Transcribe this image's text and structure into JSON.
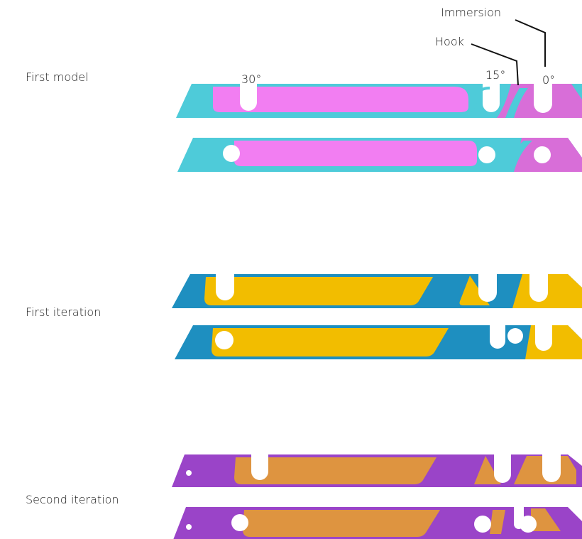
{
  "labels": {
    "first_model": "First model",
    "first_iteration": "First iteration",
    "second_iteration": "Second iteration"
  },
  "callouts": {
    "immersion": "Immersion",
    "hook": "Hook"
  },
  "angles": {
    "a30": "30°",
    "a15": "15°",
    "a0": "0°"
  },
  "colors": {
    "first_model_outer": "#4ecbd9",
    "first_model_inner": "#f27ef2",
    "first_model_inner_dark": "#d86ed8",
    "first_iteration_outer": "#1e8fc0",
    "first_iteration_inner": "#f2bd00",
    "second_iteration_outer": "#9a44c8",
    "second_iteration_inner": "#de9440",
    "leader_line": "#111111",
    "edge_shade": "#000000"
  }
}
